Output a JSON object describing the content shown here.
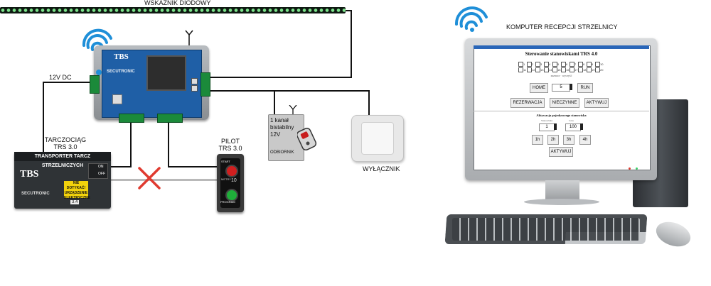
{
  "labels": {
    "led_strip": "WSKAŹNIK DIODOWY",
    "computer": "KOMPUTER   RECEPCJI  STRZELNICY",
    "supply": "12V DC",
    "target_label_line1": "TARCZOCIĄG",
    "target_label_line2": "TRS 3.0",
    "pilot_line1": "PILOT",
    "pilot_line2": "TRS 3.0",
    "receiver_line1": "1 kanał",
    "receiver_line2": "bistabilny",
    "receiver_line3": "12V",
    "receiver_name": "ODBIORNIK",
    "switch": "WYŁĄCZNIK"
  },
  "controller": {
    "brand": "TBS",
    "maker": "SECUTRONIC"
  },
  "transporter": {
    "header": "TRANSPORTER TARCZ STRZELNICZYCH",
    "brand": "TBS",
    "maker": "SECUTRONIC",
    "warning_title": "NIE DOTYKAĆ!",
    "warning_text": "URZĄDZENIE ELEKTRYCZNE",
    "model": "3.4",
    "switch_on": "ON",
    "switch_off": "OFF"
  },
  "pilot_device": {
    "top_button": "START",
    "bottom_button": "PROGRAM",
    "display_label": "METRY",
    "display_value": "10"
  },
  "screen": {
    "title": "Sterowanie stanowiskami TRS 4.0",
    "row1_numbers": [
      "1",
      "2",
      "3",
      "4",
      "5",
      "6",
      "7",
      "8",
      "9",
      "10"
    ],
    "row2_numbers": [
      "11",
      "12",
      "13",
      "14",
      "15",
      "16",
      "17",
      "18",
      "19",
      "20"
    ],
    "select_links": "zaznacz · wyczyść",
    "home_button": "HOME",
    "distance_value": "5",
    "run_button": "RUN",
    "reservation_button": "REZERWACJA",
    "inactive_button": "NIECZYNNE",
    "activate_button": "AKTYWUJ",
    "single_title": "Aktywacja pojedynczego stanowiska",
    "stand_label": "Stanowisko",
    "stand_value": "1",
    "time_label": "Czas",
    "time_value": "100",
    "h1": "1h",
    "h2": "2h",
    "h3": "3h",
    "h4": "4h",
    "single_activate_button": "AKTYWUJ"
  },
  "colors": {
    "pcb_blue": "#1f5fa6",
    "terminal_green": "#1b8a3a",
    "cross_red": "#e03a2f",
    "wifi_blue": "#1f8fd8",
    "pilot_red": "#d11f1f",
    "pilot_green": "#1fae3a"
  },
  "icons": [
    "wifi-icon",
    "antenna-icon",
    "cross-icon",
    "remote-keyfob-icon"
  ]
}
